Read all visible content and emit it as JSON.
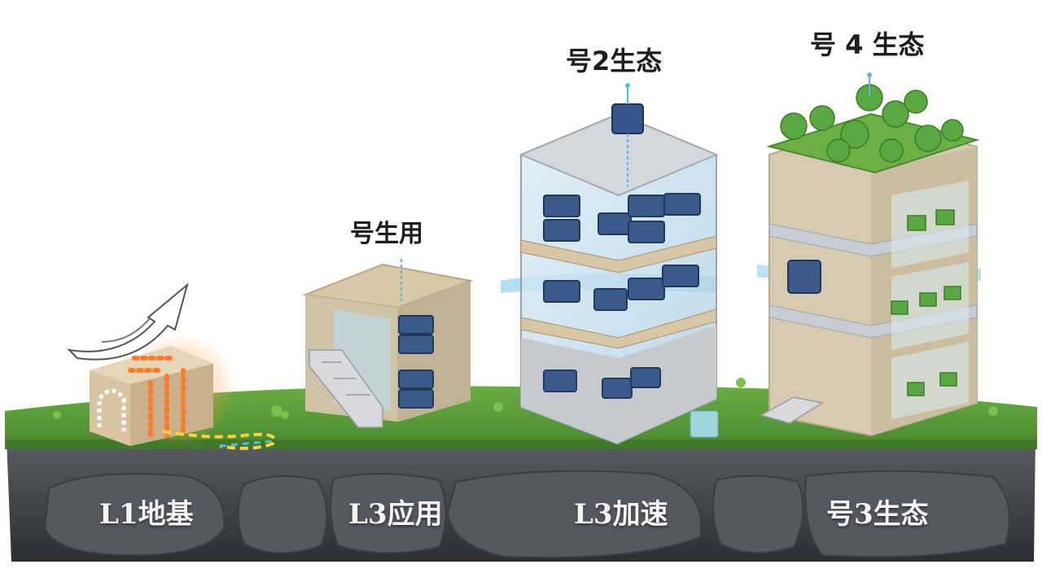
{
  "buildings": [
    {
      "id": "L1",
      "top_label": "",
      "base_label": "L1地基"
    },
    {
      "id": "L2",
      "top_label": "号生用",
      "base_label": "L3应用"
    },
    {
      "id": "L3",
      "top_label": "号2生态",
      "base_label": "L3加速"
    },
    {
      "id": "L4",
      "top_label": "号 4 生态",
      "base_label": "号3生态"
    }
  ],
  "colors": {
    "grass": "#5e9e3c",
    "grass_dark": "#3f7a28",
    "rock": "#4a4d55",
    "rock_dark": "#2f3238",
    "stone": "#d9ccb0",
    "concrete": "#c9ccd1",
    "server": "#3a5a8c",
    "glass": "#bcd9ea",
    "tree": "#5aa842",
    "heat": "#ff7a2a"
  }
}
